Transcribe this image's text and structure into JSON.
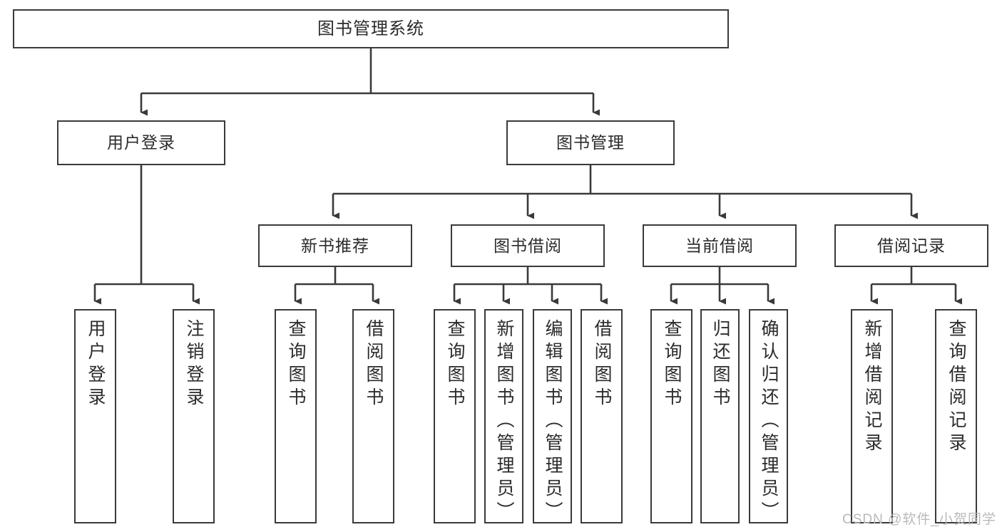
{
  "diagram": {
    "title": "图书管理系统",
    "type": "hierarchy-tree",
    "watermark": "CSDN @软件_小贺同学",
    "colors": {
      "box_border": "#3a3a3a",
      "background": "#ffffff",
      "text": "#2b2b2b",
      "watermark": "#b9b9b9"
    },
    "root": {
      "label": "图书管理系统"
    },
    "level2": [
      {
        "label": "用户登录"
      },
      {
        "label": "图书管理"
      }
    ],
    "level3": [
      {
        "label": "新书推荐"
      },
      {
        "label": "图书借阅"
      },
      {
        "label": "当前借阅"
      },
      {
        "label": "借阅记录"
      }
    ],
    "leaves": [
      {
        "label": "用户登录",
        "parent": "用户登录"
      },
      {
        "label": "注销登录",
        "parent": "用户登录"
      },
      {
        "label": "查询图书",
        "parent": "新书推荐"
      },
      {
        "label": "借阅图书",
        "parent": "新书推荐"
      },
      {
        "label": "查询图书",
        "parent": "图书借阅"
      },
      {
        "label": "新增图书（管理员）",
        "parent": "图书借阅"
      },
      {
        "label": "编辑图书（管理员）",
        "parent": "图书借阅"
      },
      {
        "label": "借阅图书",
        "parent": "图书借阅"
      },
      {
        "label": "查询图书",
        "parent": "当前借阅"
      },
      {
        "label": "归还图书",
        "parent": "当前借阅"
      },
      {
        "label": "确认归还（管理员）",
        "parent": "当前借阅"
      },
      {
        "label": "新增借阅记录",
        "parent": "借阅记录"
      },
      {
        "label": "查询借阅记录",
        "parent": "借阅记录"
      }
    ]
  }
}
